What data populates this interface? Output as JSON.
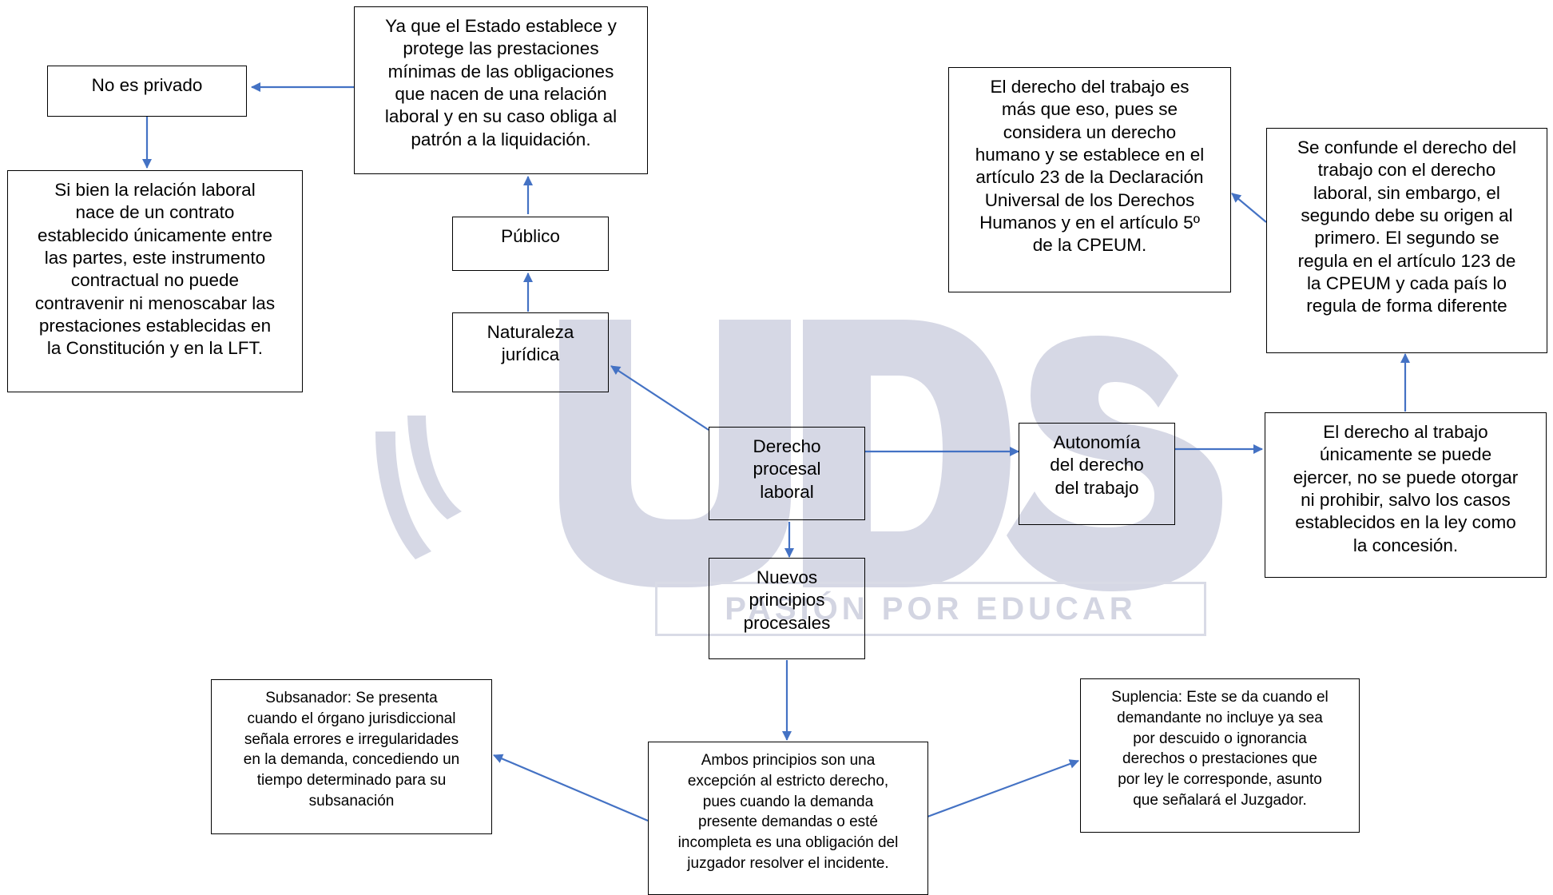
{
  "watermark": {
    "logo_text": "UDS",
    "tagline": "PASIÓN POR EDUCAR"
  },
  "nodes": {
    "no_es_privado": "No es privado",
    "estado_establece": "Ya que el Estado establece y\nprotege las prestaciones\nmínimas de las obligaciones\nque nacen de una relación\nlaboral y en su caso obliga al\npatrón a la liquidación.",
    "relacion_laboral": "Si bien la relación laboral\nnace de un contrato\nestablecido únicamente entre\nlas partes, este instrumento\ncontractual no puede\ncontravenir ni menoscabar las\nprestaciones establecidas en\nla Constitución y en la LFT.",
    "publico": "Público",
    "naturaleza": "Naturaleza\njurídica",
    "derecho_procesal": "Derecho\nprocesal\nlaboral",
    "autonomia": "Autonomía\ndel derecho\ndel trabajo",
    "derecho_humano": "El derecho del trabajo es\nmás que eso, pues se\nconsidera un derecho\nhumano y se establece en el\nartículo 23 de la Declaración\nUniversal de los Derechos\nHumanos y en el artículo 5º\nde la CPEUM.",
    "confunde": "Se confunde el derecho del\ntrabajo con el derecho\nlaboral, sin embargo, el\nsegundo debe su origen al\nprimero. El segundo se\nregula en el artículo 123 de\nla CPEUM y cada país lo\nregula de forma diferente",
    "ejercer": "El derecho al trabajo\núnicamente se puede\nejercer, no se puede otorgar\nni prohibir, salvo los casos\nestablecidos en la ley como\nla concesión.",
    "nuevos_principios": "Nuevos\nprincipios\nprocesales",
    "subsanador": "Subsanador: Se presenta\ncuando el órgano jurisdiccional\nseñala errores e irregularidades\nen la demanda, concediendo un\ntiempo determinado para su\nsubsanación",
    "ambos": "Ambos principios son una\nexcepción al estricto derecho,\npues cuando la demanda\npresente demandas o esté\nincompleta es una obligación del\njuzgador resolver el incidente.",
    "suplencia": "Suplencia: Este se da cuando el\ndemandante no incluye ya sea\npor descuido o ignorancia\nderechos o prestaciones que\npor ley le corresponde, asunto\nque señalará el Juzgador."
  },
  "colors": {
    "arrow": "#4472c4",
    "watermark": "#d6d8e5",
    "border": "#000000"
  }
}
